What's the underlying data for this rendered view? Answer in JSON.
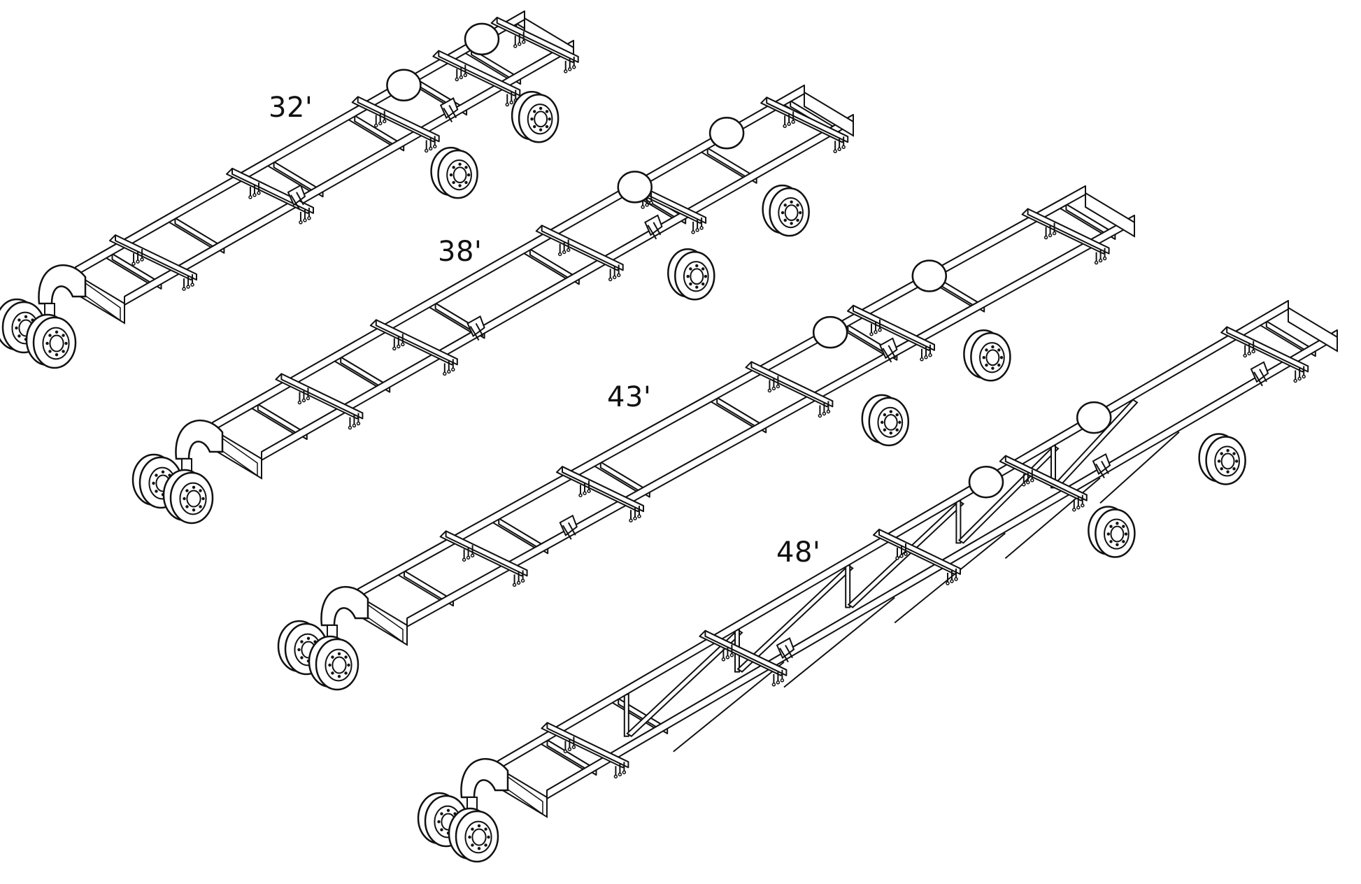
{
  "trailers": [
    {
      "label": "32'"
    },
    {
      "label": "38'"
    },
    {
      "label": "43'"
    },
    {
      "label": "48'"
    }
  ],
  "colors": {
    "line": "#111111",
    "fill": "#ffffff"
  }
}
